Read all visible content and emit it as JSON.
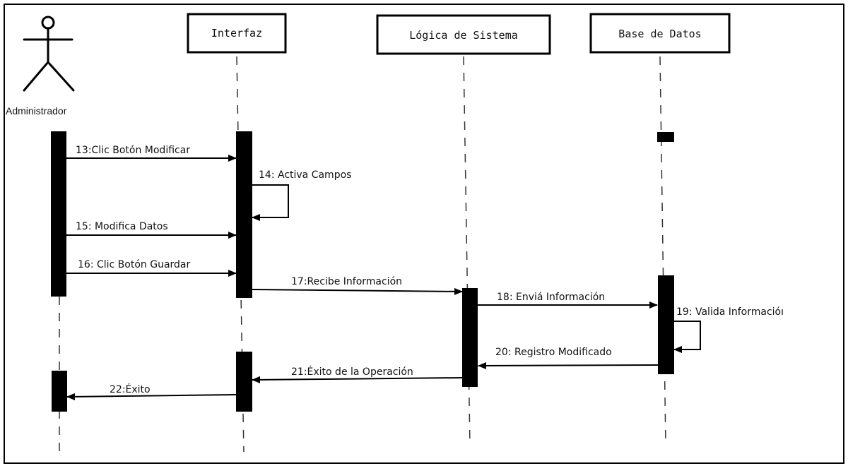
{
  "actor": {
    "label": "Administrador"
  },
  "lifelines": [
    {
      "id": "interfaz",
      "title": "Interfaz"
    },
    {
      "id": "logica",
      "title": "Lógica de Sistema"
    },
    {
      "id": "bd",
      "title": "Base de Datos"
    }
  ],
  "messages": [
    {
      "id": "m13",
      "label": "13:Clic Botón Modificar"
    },
    {
      "id": "m14",
      "label": "14: Activa Campos"
    },
    {
      "id": "m15",
      "label": "15: Modifica Datos"
    },
    {
      "id": "m16",
      "label": "16: Clic Botón Guardar"
    },
    {
      "id": "m17",
      "label": "17:Recibe Información"
    },
    {
      "id": "m18",
      "label": "18: Enviá Información"
    },
    {
      "id": "m19",
      "label": "19: Valida Informacióı"
    },
    {
      "id": "m20",
      "label": "20: Registro Modificado"
    },
    {
      "id": "m21",
      "label": "21:Éxito de la Operación"
    },
    {
      "id": "m22",
      "label": "22:Éxito"
    }
  ]
}
